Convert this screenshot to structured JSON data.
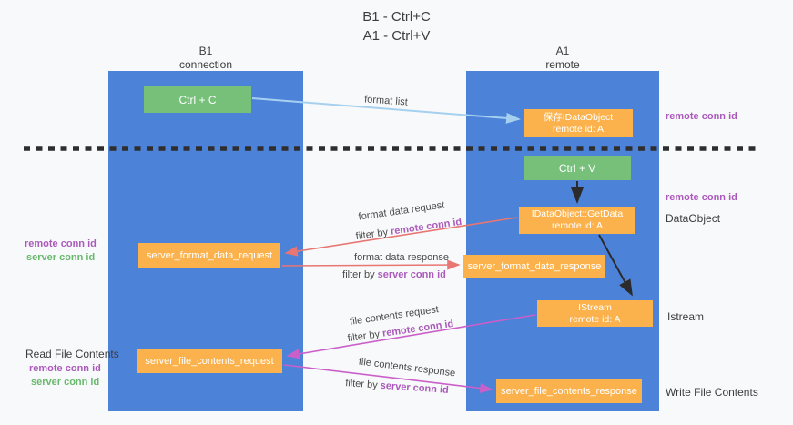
{
  "title": {
    "line1": "B1 - Ctrl+C",
    "line2": "A1 - Ctrl+V"
  },
  "columns": {
    "left": {
      "name": "B1",
      "role": "connection"
    },
    "right": {
      "name": "A1",
      "role": "remote"
    }
  },
  "boxes": {
    "ctrl_c": {
      "label": "Ctrl + C"
    },
    "ctrl_v": {
      "label": "Ctrl + V"
    },
    "save_idataobject": {
      "line1": "保存IDataObject",
      "line2": "remote id: A"
    },
    "idataobject_getdata": {
      "line1": "IDataObject::GetData",
      "line2": "remote id: A"
    },
    "istream": {
      "line1": "IStream",
      "line2": "remote id: A"
    },
    "server_format_data_request": {
      "label": "server_format_data_request"
    },
    "server_format_data_response": {
      "label": "server_format_data_response"
    },
    "server_file_contents_request": {
      "label": "server_file_contents_request"
    },
    "server_file_contents_response": {
      "label": "server_file_contents_response"
    }
  },
  "right_labels": {
    "remote_conn_id_top": "remote conn id",
    "remote_conn_id_mid": "remote conn id",
    "dataobject": "DataObject",
    "istream": "Istream",
    "write_file_contents": "Write File Contents"
  },
  "left_labels": {
    "remote_conn_id_fmt": "remote conn id",
    "server_conn_id_fmt": "server conn id",
    "read_file_contents": "Read File Contents",
    "remote_conn_id_file": "remote conn id",
    "server_conn_id_file": "server conn id"
  },
  "flow_labels": {
    "format_list": "format list",
    "format_data_request": "format data request",
    "format_data_response": "format data response",
    "file_contents_request": "file contents request",
    "file_contents_response": "file contents response",
    "filter_by": "filter by ",
    "remote_conn_id": "remote conn id",
    "server_conn_id": "server conn id"
  },
  "colors": {
    "column_blue": "#4d82d9",
    "box_green": "#76c07a",
    "box_orange": "#fbb24c",
    "arrow_blue": "#a5d0ef",
    "arrow_black": "#2b2b2b",
    "arrow_salmon": "#e87672",
    "arrow_magenta": "#ca5fca",
    "label_purple": "#ab5abc",
    "label_green": "#68b96c",
    "dashed_line": "#2e2e2e"
  }
}
